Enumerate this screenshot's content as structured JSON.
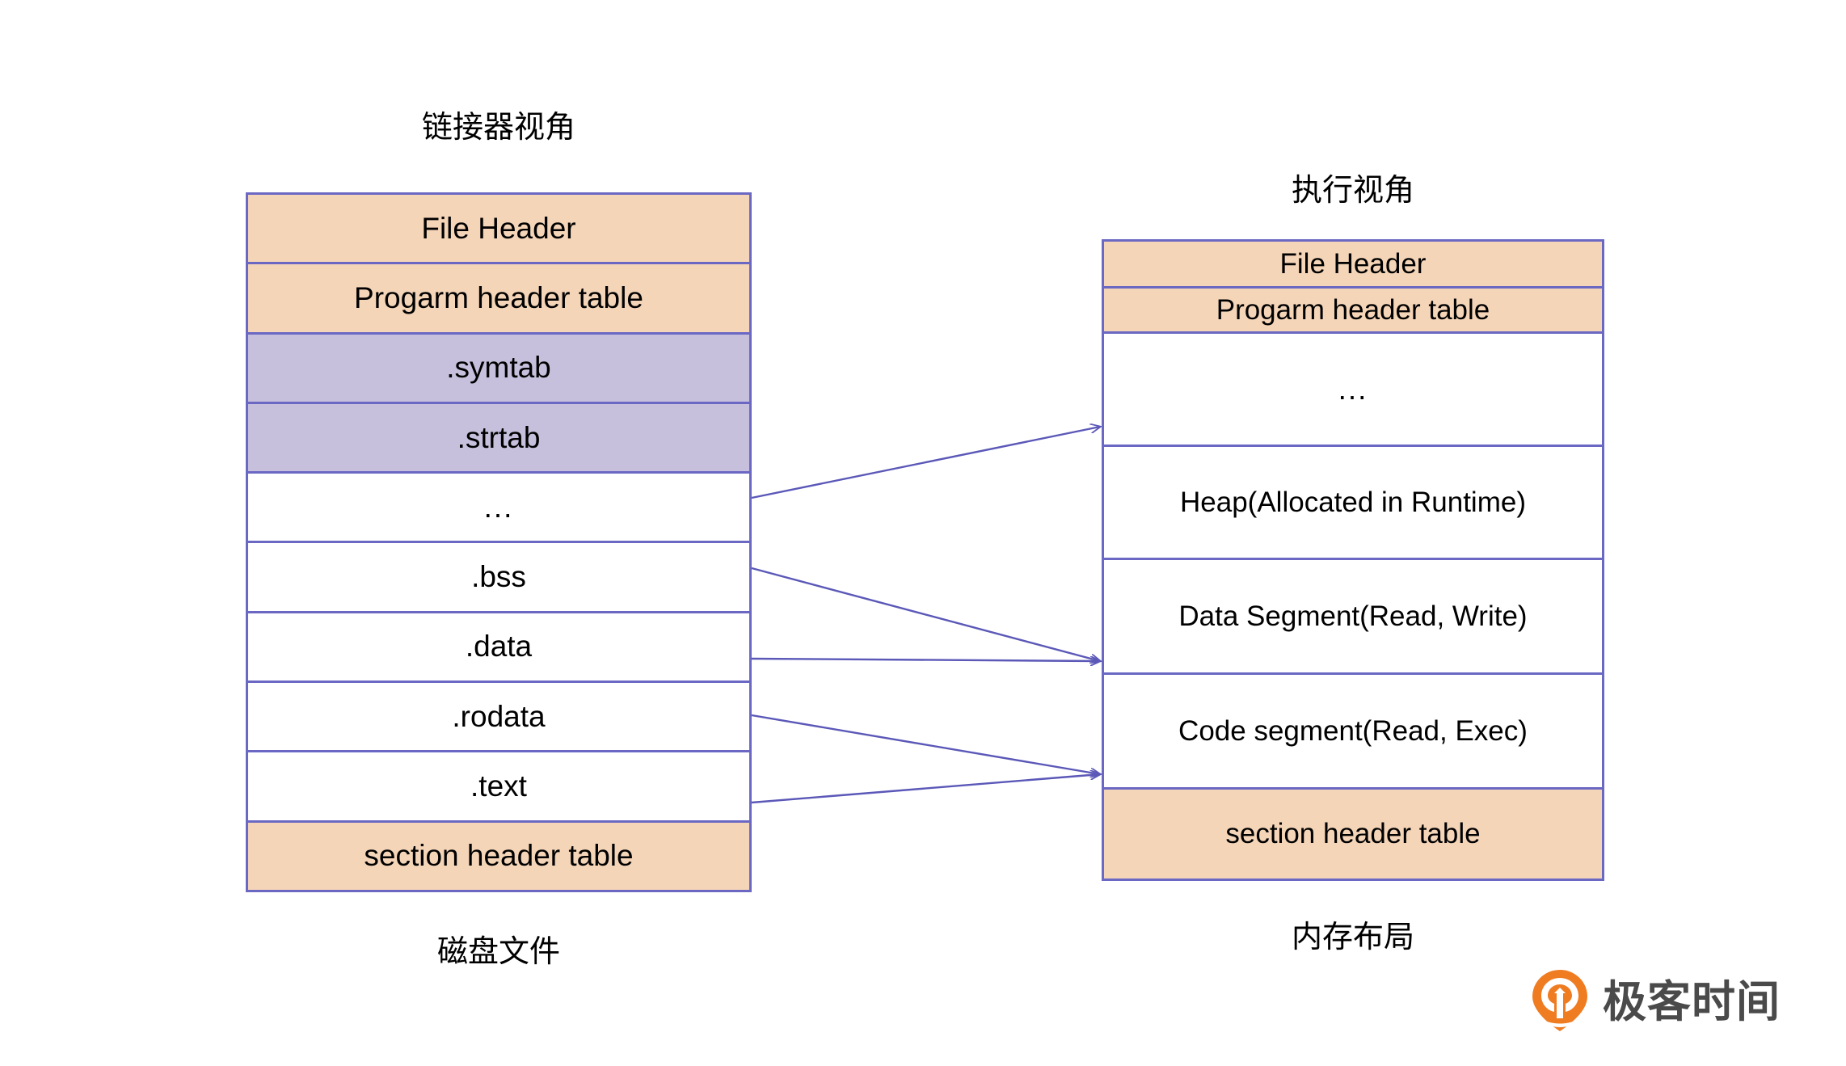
{
  "diagram": {
    "title_linker_view": "链接器视角",
    "caption_disk_file": "磁盘文件",
    "title_exec_view": "执行视角",
    "caption_memory_layout": "内存布局",
    "colors": {
      "border": "#6b68c4",
      "fill_orange": "#f5d5b8",
      "fill_purple": "#c6c0dd",
      "fill_white": "#ffffff",
      "arrow": "#5b58b8",
      "brand_orange": "#f07c22",
      "brand_gray": "#4a4a4a"
    },
    "linker_table": {
      "rows": [
        {
          "label": "File Header",
          "fill": "orange"
        },
        {
          "label": "Progarm header table",
          "fill": "orange"
        },
        {
          "label": ".symtab",
          "fill": "purple"
        },
        {
          "label": ".strtab",
          "fill": "purple"
        },
        {
          "label": "...",
          "fill": "white"
        },
        {
          "label": ".bss",
          "fill": "white"
        },
        {
          "label": ".data",
          "fill": "white"
        },
        {
          "label": ".rodata",
          "fill": "white"
        },
        {
          "label": ".text",
          "fill": "white"
        },
        {
          "label": "section header table",
          "fill": "orange"
        }
      ]
    },
    "exec_table": {
      "rows": [
        {
          "label": "File Header",
          "fill": "orange"
        },
        {
          "label": "Progarm header table",
          "fill": "orange"
        },
        {
          "label": "...",
          "fill": "white"
        },
        {
          "label": "Heap(Allocated in Runtime)",
          "fill": "white"
        },
        {
          "label": "Data Segment(Read, Write)",
          "fill": "white"
        },
        {
          "label": "Code segment(Read, Exec)",
          "fill": "white"
        },
        {
          "label": "section header table",
          "fill": "orange"
        }
      ]
    },
    "mappings": [
      {
        "from": "...",
        "to": "..."
      },
      {
        "from": ".bss",
        "to": "Data Segment(Read, Write)"
      },
      {
        "from": ".data",
        "to": "Data Segment(Read, Write)"
      },
      {
        "from": ".rodata",
        "to": "Code segment(Read, Exec)"
      },
      {
        "from": ".text",
        "to": "Code segment(Read, Exec)"
      }
    ]
  },
  "brand": {
    "name": "极客时间",
    "icon": "geektime-pin-logo"
  }
}
